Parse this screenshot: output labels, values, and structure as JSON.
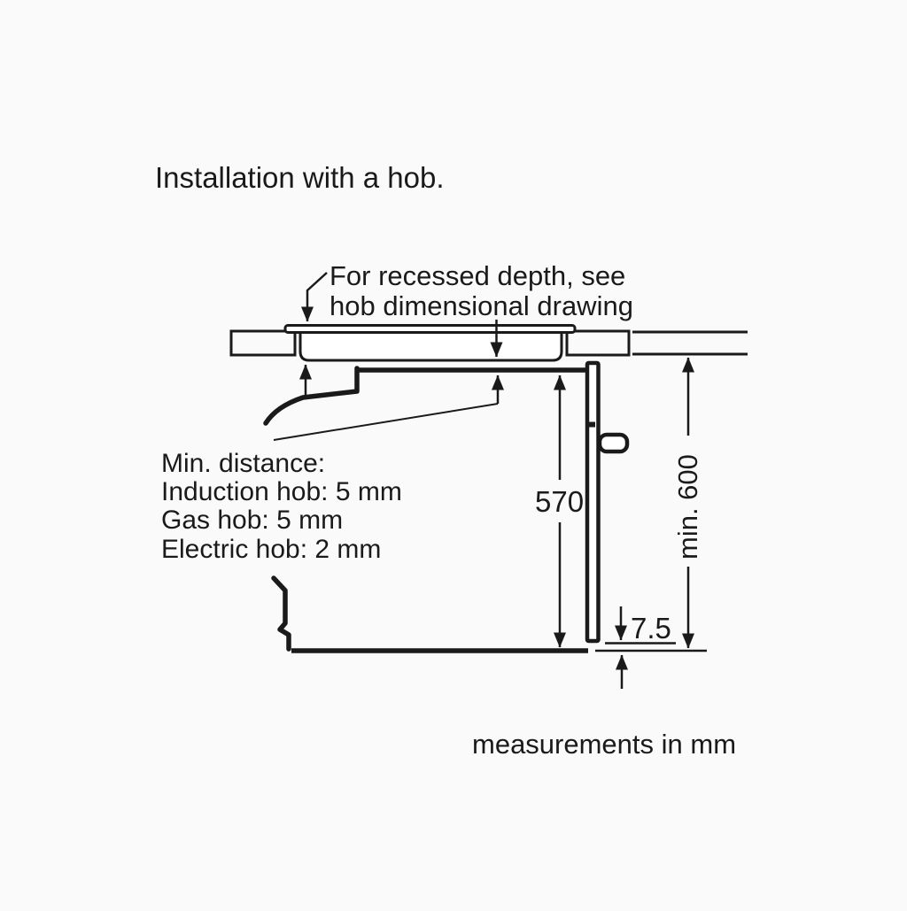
{
  "title": "Installation with a hob.",
  "annotation": {
    "line1": "For recessed depth, see",
    "line2": "hob dimensional drawing"
  },
  "min_distance_note": {
    "heading": "Min. distance:",
    "induction": "Induction hob: 5 mm",
    "gas": "Gas hob: 5 mm",
    "electric": "Electric hob: 2 mm"
  },
  "dimensions": {
    "oven_niche_height": "570",
    "worktop_height": "min. 600",
    "door_bottom_offset": "7.5"
  },
  "footer": "measurements in mm",
  "colors": {
    "line": "#1a1a1a",
    "background": "#fafafa",
    "fill": "#ffffff"
  }
}
